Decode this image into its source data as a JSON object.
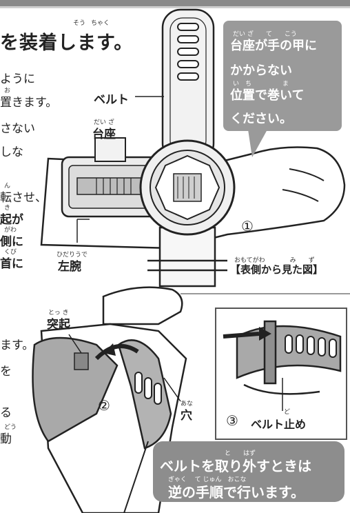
{
  "header": {
    "title_ruby_1": "そう",
    "title_ruby_2": "ちゃく",
    "title": "を装着します。"
  },
  "left_text_top": {
    "line1": "ように",
    "line2_ruby": "お",
    "line2": "置きます。",
    "line3": "さない",
    "line4": "しな",
    "line5_ruby": "ん",
    "line5": "転させ、",
    "line6_ruby": "き",
    "line6": "起が",
    "line7_ruby": "がわ",
    "line7": "側に",
    "line8_ruby": "くび",
    "line8": "首に"
  },
  "labels": {
    "belt": "ベルト",
    "base_ruby": "だい ざ",
    "base": "台座",
    "left_arm_ruby": "ひだりうで",
    "left_arm": "左腕",
    "view_ruby": "おもてがわ　　　　み　　ず",
    "view": "【表側から見た図】",
    "step1": "①",
    "protrusion_ruby": "とっ き",
    "protrusion": "突起",
    "hole_ruby": "あな",
    "hole": "穴",
    "step2": "②",
    "step3": "③",
    "belt_stopper_ruby": "ど",
    "belt_stopper": "ベルト止め"
  },
  "callout": {
    "ruby1": "だい ざ　　て　　こう",
    "line1": "台座が手の甲に",
    "line2": "かからない",
    "ruby3": "い　ち　　　　　ま",
    "line3": "位置で巻いて",
    "line4": "ください。"
  },
  "left_text_bottom": {
    "line1": "ます。",
    "line2": "を",
    "line3": "る",
    "line4_ruby": "どう",
    "line4": "動"
  },
  "banner": {
    "ruby1": "と　　はず",
    "line1": "ベルトを取り外すときは",
    "ruby2": "ぎゃく　 て じゅん　おこな",
    "line2": "逆の手順で行います。"
  },
  "colors": {
    "callout_bg": "#9a9a9a",
    "banner_bg": "#8d8d8d",
    "belt_gray": "#a9a9a9"
  }
}
